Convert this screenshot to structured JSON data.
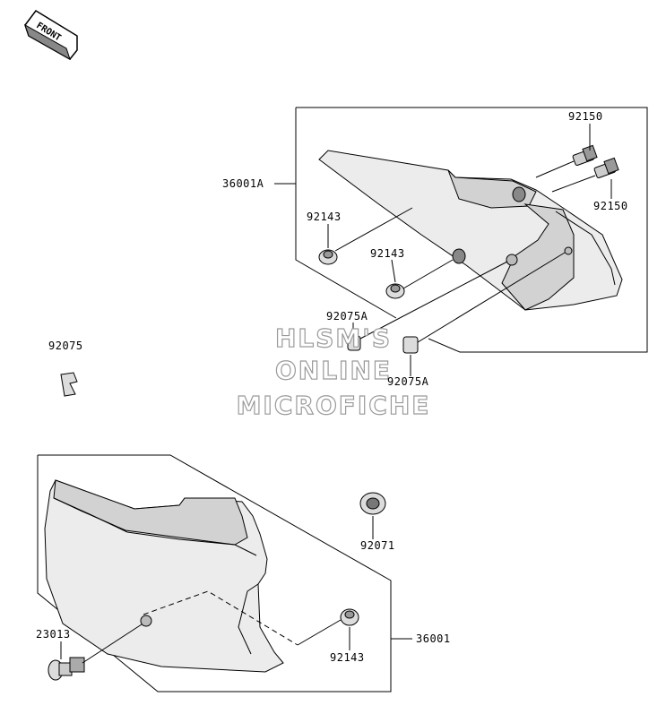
{
  "front_indicator": "FRONT",
  "watermark": {
    "line1": "HLSM'S",
    "line2": "ONLINE",
    "line3": "MICROFICHE"
  },
  "parts": {
    "upper_panel": "36001A",
    "upper_bolt_1": "92150",
    "upper_bolt_2": "92150",
    "upper_grommet_1": "92143",
    "upper_grommet_2": "92143",
    "upper_collar_1": "92075A",
    "upper_collar_2": "92075A",
    "loose_clip": "92075",
    "grommet_lower": "92071",
    "lower_screw": "23013",
    "lower_grommet": "92143",
    "lower_panel": "36001"
  }
}
